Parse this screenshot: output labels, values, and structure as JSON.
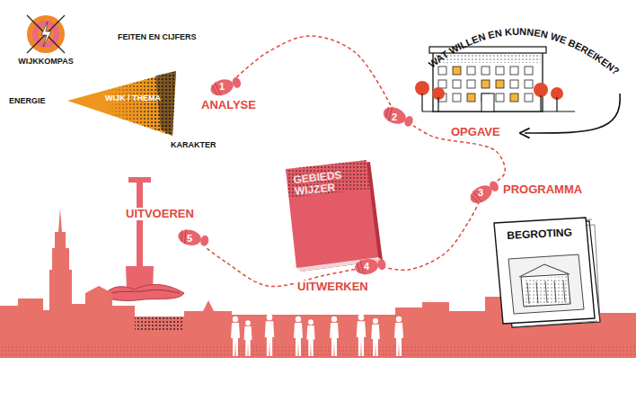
{
  "diagram": {
    "nodes": [
      {
        "text": [
          "WIJKKOMPAS"
        ]
      },
      {
        "text": [
          "WIJK / THEMA"
        ]
      },
      {
        "text": [
          "1",
          "ANALYSE"
        ]
      },
      {
        "text": [
          "2",
          "OPGAVE"
        ]
      },
      {
        "text": [
          "3",
          "PROGRAMMA"
        ]
      },
      {
        "text": [
          "GEBIEDS WIJZER"
        ]
      },
      {
        "text": [
          "BEGROTING"
        ]
      },
      {
        "text": [
          "4",
          "UITWERKEN"
        ]
      },
      {
        "text": [
          "5",
          "UITVOEREN"
        ]
      }
    ],
    "edges": [
      {
        "from": 2,
        "to": 3,
        "arrow": "none"
      },
      {
        "from": 3,
        "to": 4,
        "arrow": "none"
      },
      {
        "from": 4,
        "to": 7,
        "arrow": "none"
      },
      {
        "from": 7,
        "to": 8,
        "arrow": "none"
      }
    ],
    "labels": [
      "FEITEN EN CIJFERS",
      "ENERGIE",
      "KARAKTER",
      "WAT WILLEN EN KUNNEN WE BEREIKEN?"
    ]
  }
}
